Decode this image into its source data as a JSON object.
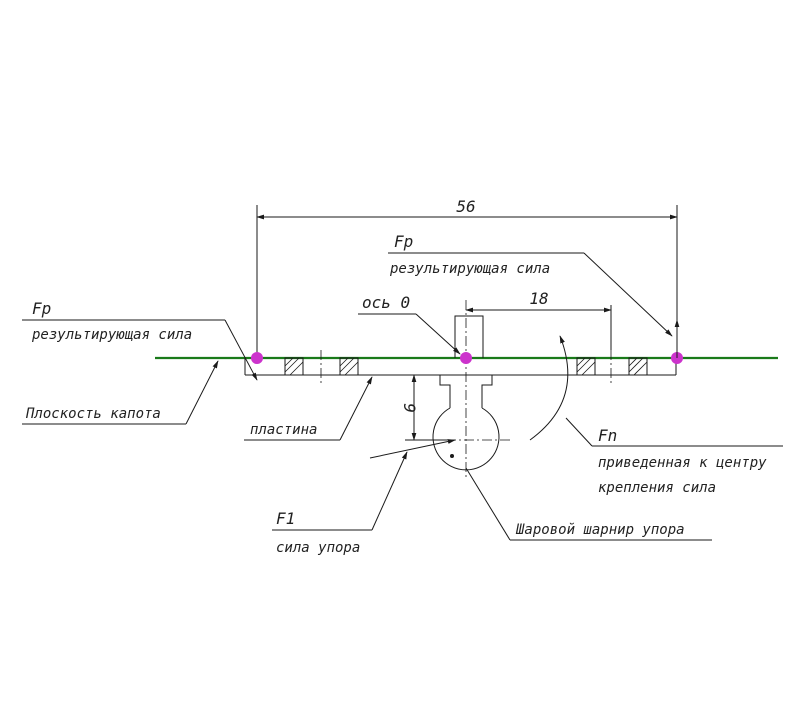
{
  "colors": {
    "hood_line": "#1a7a1a",
    "point": "#cc33cc",
    "ink": "#1a1a1a"
  },
  "dimensions": {
    "overall": "56",
    "to_right_hole": "18",
    "vertical": "9"
  },
  "labels": {
    "fp_left_symbol": "Fp",
    "fp_left_text": "результирующая сила",
    "fp_top_symbol": "Fp",
    "fp_top_text": "результирующая сила",
    "axis_o": "ось 0",
    "hood_plane": "Плоскость капота",
    "plate": "пластина",
    "fn_symbol": "Fn",
    "fn_text_1": "приведенная к центру",
    "fn_text_2": "крепления сила",
    "f1_symbol": "F1",
    "f1_text": "сила упора",
    "ball_joint": "Шаровой шарнир упора"
  }
}
